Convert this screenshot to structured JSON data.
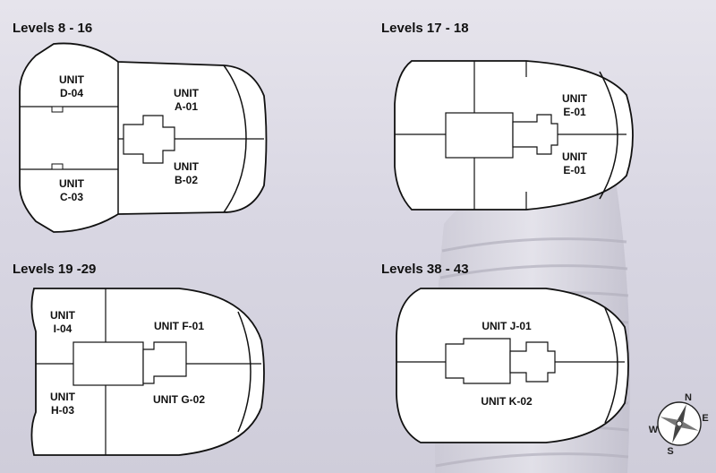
{
  "panels": [
    {
      "title": "Levels 8 - 16",
      "units": [
        {
          "line1": "UNIT",
          "line2": "D-04"
        },
        {
          "line1": "UNIT",
          "line2": "A-01"
        },
        {
          "line1": "UNIT",
          "line2": "B-02"
        },
        {
          "line1": "UNIT",
          "line2": "C-03"
        }
      ]
    },
    {
      "title": "Levels 17 - 18",
      "units": [
        {
          "line1": "UNIT",
          "line2": "E-01"
        },
        {
          "line1": "UNIT",
          "line2": "E-01"
        }
      ]
    },
    {
      "title": "Levels 19 -29",
      "units": [
        {
          "line1": "UNIT",
          "line2": "I-04"
        },
        {
          "line1": "UNIT F-01",
          "line2": ""
        },
        {
          "line1": "UNIT",
          "line2": "H-03"
        },
        {
          "line1": "UNIT G-02",
          "line2": ""
        }
      ]
    },
    {
      "title": "Levels 38 - 43",
      "units": [
        {
          "line1": "UNIT J-01",
          "line2": ""
        },
        {
          "line1": "UNIT K-02",
          "line2": ""
        }
      ]
    }
  ],
  "compass": {
    "n": "N",
    "e": "E",
    "s": "S",
    "w": "W"
  },
  "colors": {
    "plan_fill": "#ffffff",
    "plan_stroke": "#111111",
    "background": "#dcdae4"
  }
}
